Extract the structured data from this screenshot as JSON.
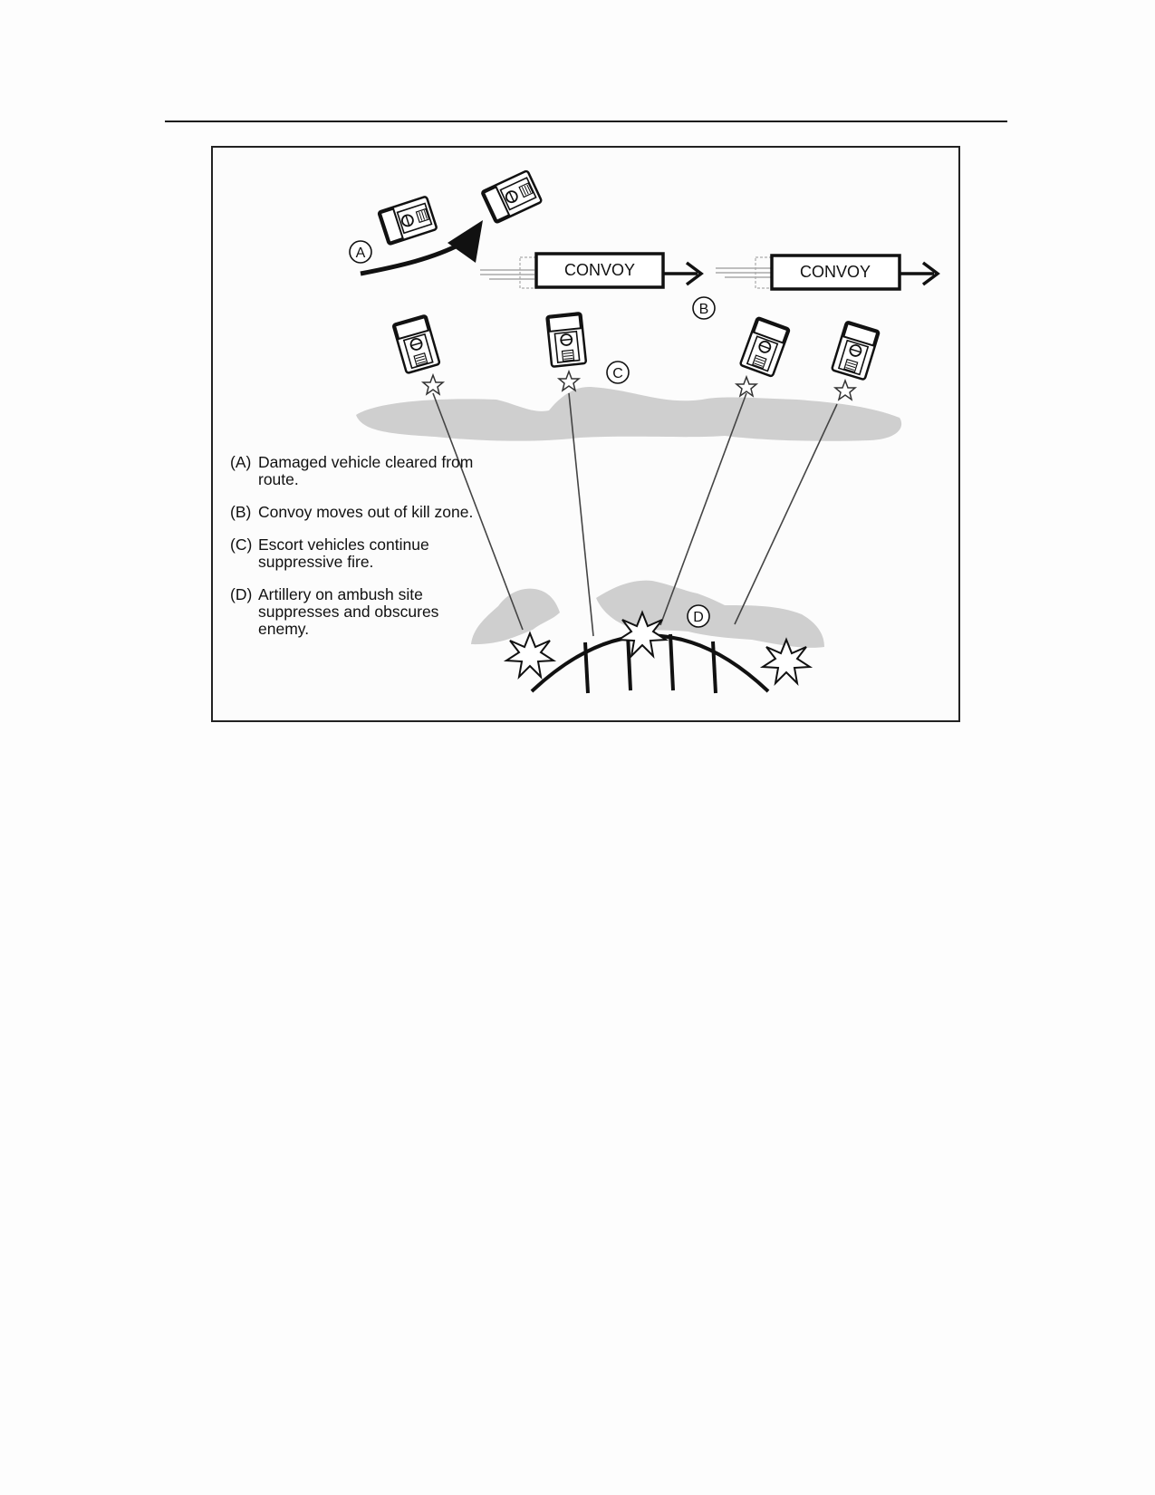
{
  "figure": {
    "convoy_labels": [
      "CONVOY",
      "CONVOY"
    ],
    "markers": [
      "A",
      "B",
      "C",
      "D"
    ],
    "legend": [
      {
        "key": "(A)",
        "text": "Damaged vehicle cleared from route."
      },
      {
        "key": "(B)",
        "text": "Convoy moves out of kill zone."
      },
      {
        "key": "(C)",
        "text": "Escort vehicles continue suppressive fire."
      },
      {
        "key": "(D)",
        "text": "Artillery on ambush site suppresses and obscures enemy."
      }
    ],
    "colors": {
      "ink": "#111111",
      "smoke": "#cfcfcf",
      "frame": "#222222"
    }
  }
}
